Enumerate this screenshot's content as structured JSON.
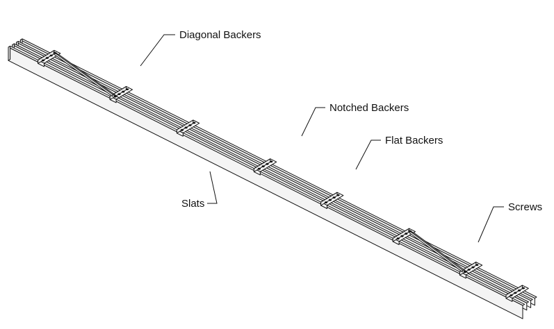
{
  "diagram": {
    "labels": {
      "diagonal_backers": "Diagonal Backers",
      "notched_backers": "Notched Backers",
      "flat_backers": "Flat Backers",
      "screws": "Screws",
      "slats": "Slats"
    },
    "colors": {
      "stroke": "#111111",
      "face_top": "#ffffff",
      "face_side": "#f4f4f4",
      "face_end": "#e9e9e9"
    }
  }
}
